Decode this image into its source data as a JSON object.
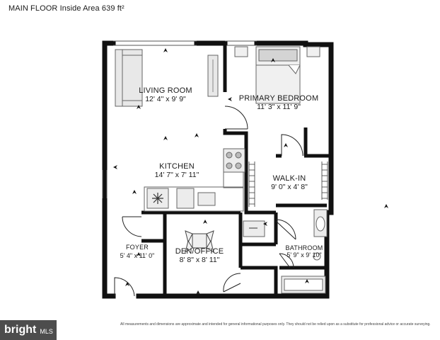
{
  "header": {
    "title": "MAIN FLOOR Inside Area 639 ft²"
  },
  "rooms": {
    "living": {
      "name": "LIVING ROOM",
      "dims": "12' 4\" x 9' 9\""
    },
    "bedroom": {
      "name": "PRIMARY BEDROOM",
      "dims": "11' 3\" x 11' 9\""
    },
    "kitchen": {
      "name": "KITCHEN",
      "dims": "14' 7\" x 7' 11\""
    },
    "walkin": {
      "name": "WALK-IN",
      "dims": "9' 0\" x 4' 8\""
    },
    "foyer": {
      "name": "FOYER",
      "dims": "5' 4\" x 11' 0\""
    },
    "den": {
      "name": "DEN/OFFICE",
      "dims": "8' 8\" x 8' 11\""
    },
    "bathroom": {
      "name": "BATHROOM",
      "dims": "5' 9\" x 9' 10\""
    }
  },
  "footer": {
    "disclaimer": "All measurements and dimensions are approximate and intended for general informational purposes only. They should not be relied upon as a substitute for professional advice or accurate surveying.",
    "logo_word": "bright",
    "logo_suffix": "MLS"
  },
  "colors": {
    "wall": "#111111",
    "fixture": "#6e6e6e",
    "fixture_fill": "#d9d9d9",
    "logo_bg": "#4d4d4d"
  }
}
